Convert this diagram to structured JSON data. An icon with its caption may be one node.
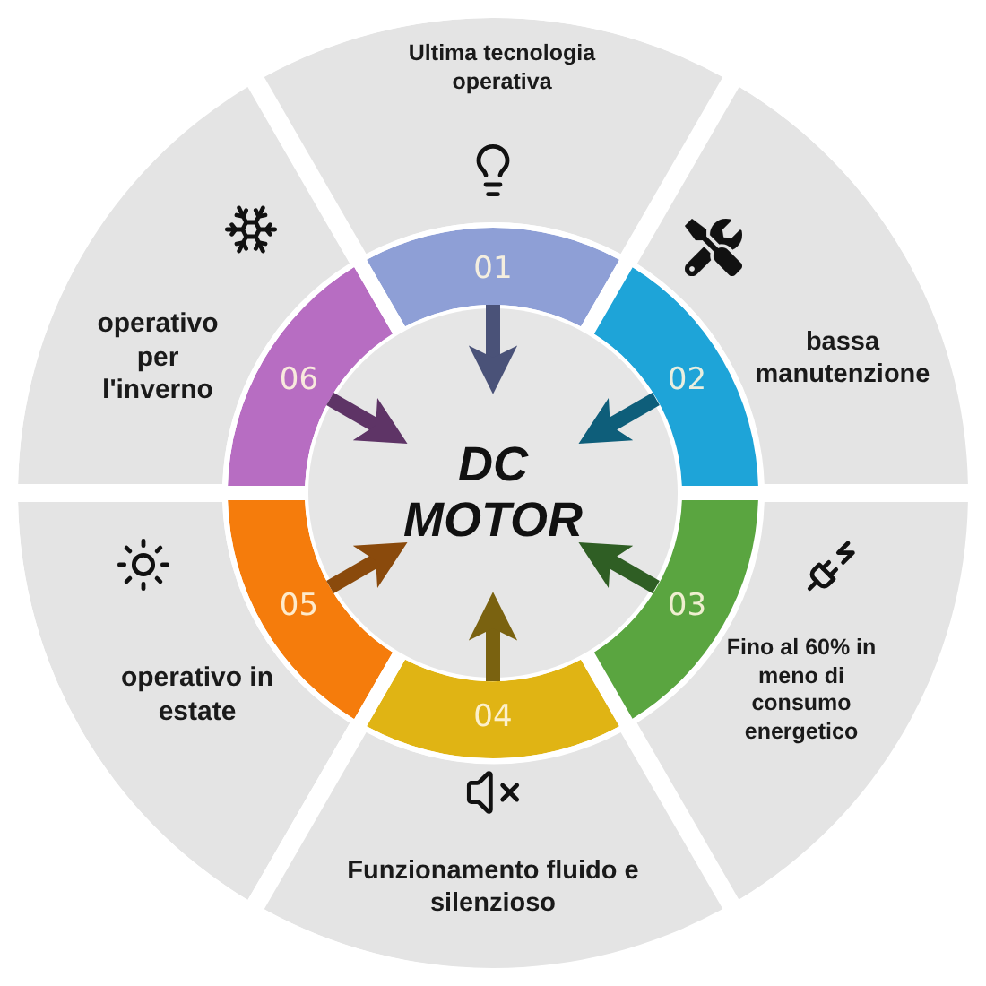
{
  "diagram": {
    "nodes": [
      {
        "text": [
          "DC MOTOR"
        ]
      },
      {
        "text": [
          "01"
        ]
      },
      {
        "text": [
          "02"
        ]
      },
      {
        "text": [
          "03"
        ]
      },
      {
        "text": [
          "04"
        ]
      },
      {
        "text": [
          "05"
        ]
      },
      {
        "text": [
          "06"
        ]
      },
      {
        "text": [
          "Ultima tecnologia operativa"
        ]
      },
      {
        "text": [
          "bassa manutenzione"
        ]
      },
      {
        "text": [
          "Fino al 60% in meno di consumo energetico"
        ]
      },
      {
        "text": [
          "Funzionamento fluido e silenzioso"
        ]
      },
      {
        "text": [
          "operativo in estate"
        ]
      },
      {
        "text": [
          "operativo per l'inverno"
        ]
      }
    ],
    "edges": [
      {
        "from": 1,
        "to": 0,
        "arrow": "to",
        "color": "#4a5278"
      },
      {
        "from": 2,
        "to": 0,
        "arrow": "to",
        "color": "#0e5e7a"
      },
      {
        "from": 3,
        "to": 0,
        "arrow": "to",
        "color": "#2f5e24"
      },
      {
        "from": 4,
        "to": 0,
        "arrow": "to",
        "color": "#7a6210"
      },
      {
        "from": 5,
        "to": 0,
        "arrow": "to",
        "color": "#8a4a0c"
      },
      {
        "from": 6,
        "to": 0,
        "arrow": "to",
        "color": "#5e3466"
      }
    ]
  }
}
